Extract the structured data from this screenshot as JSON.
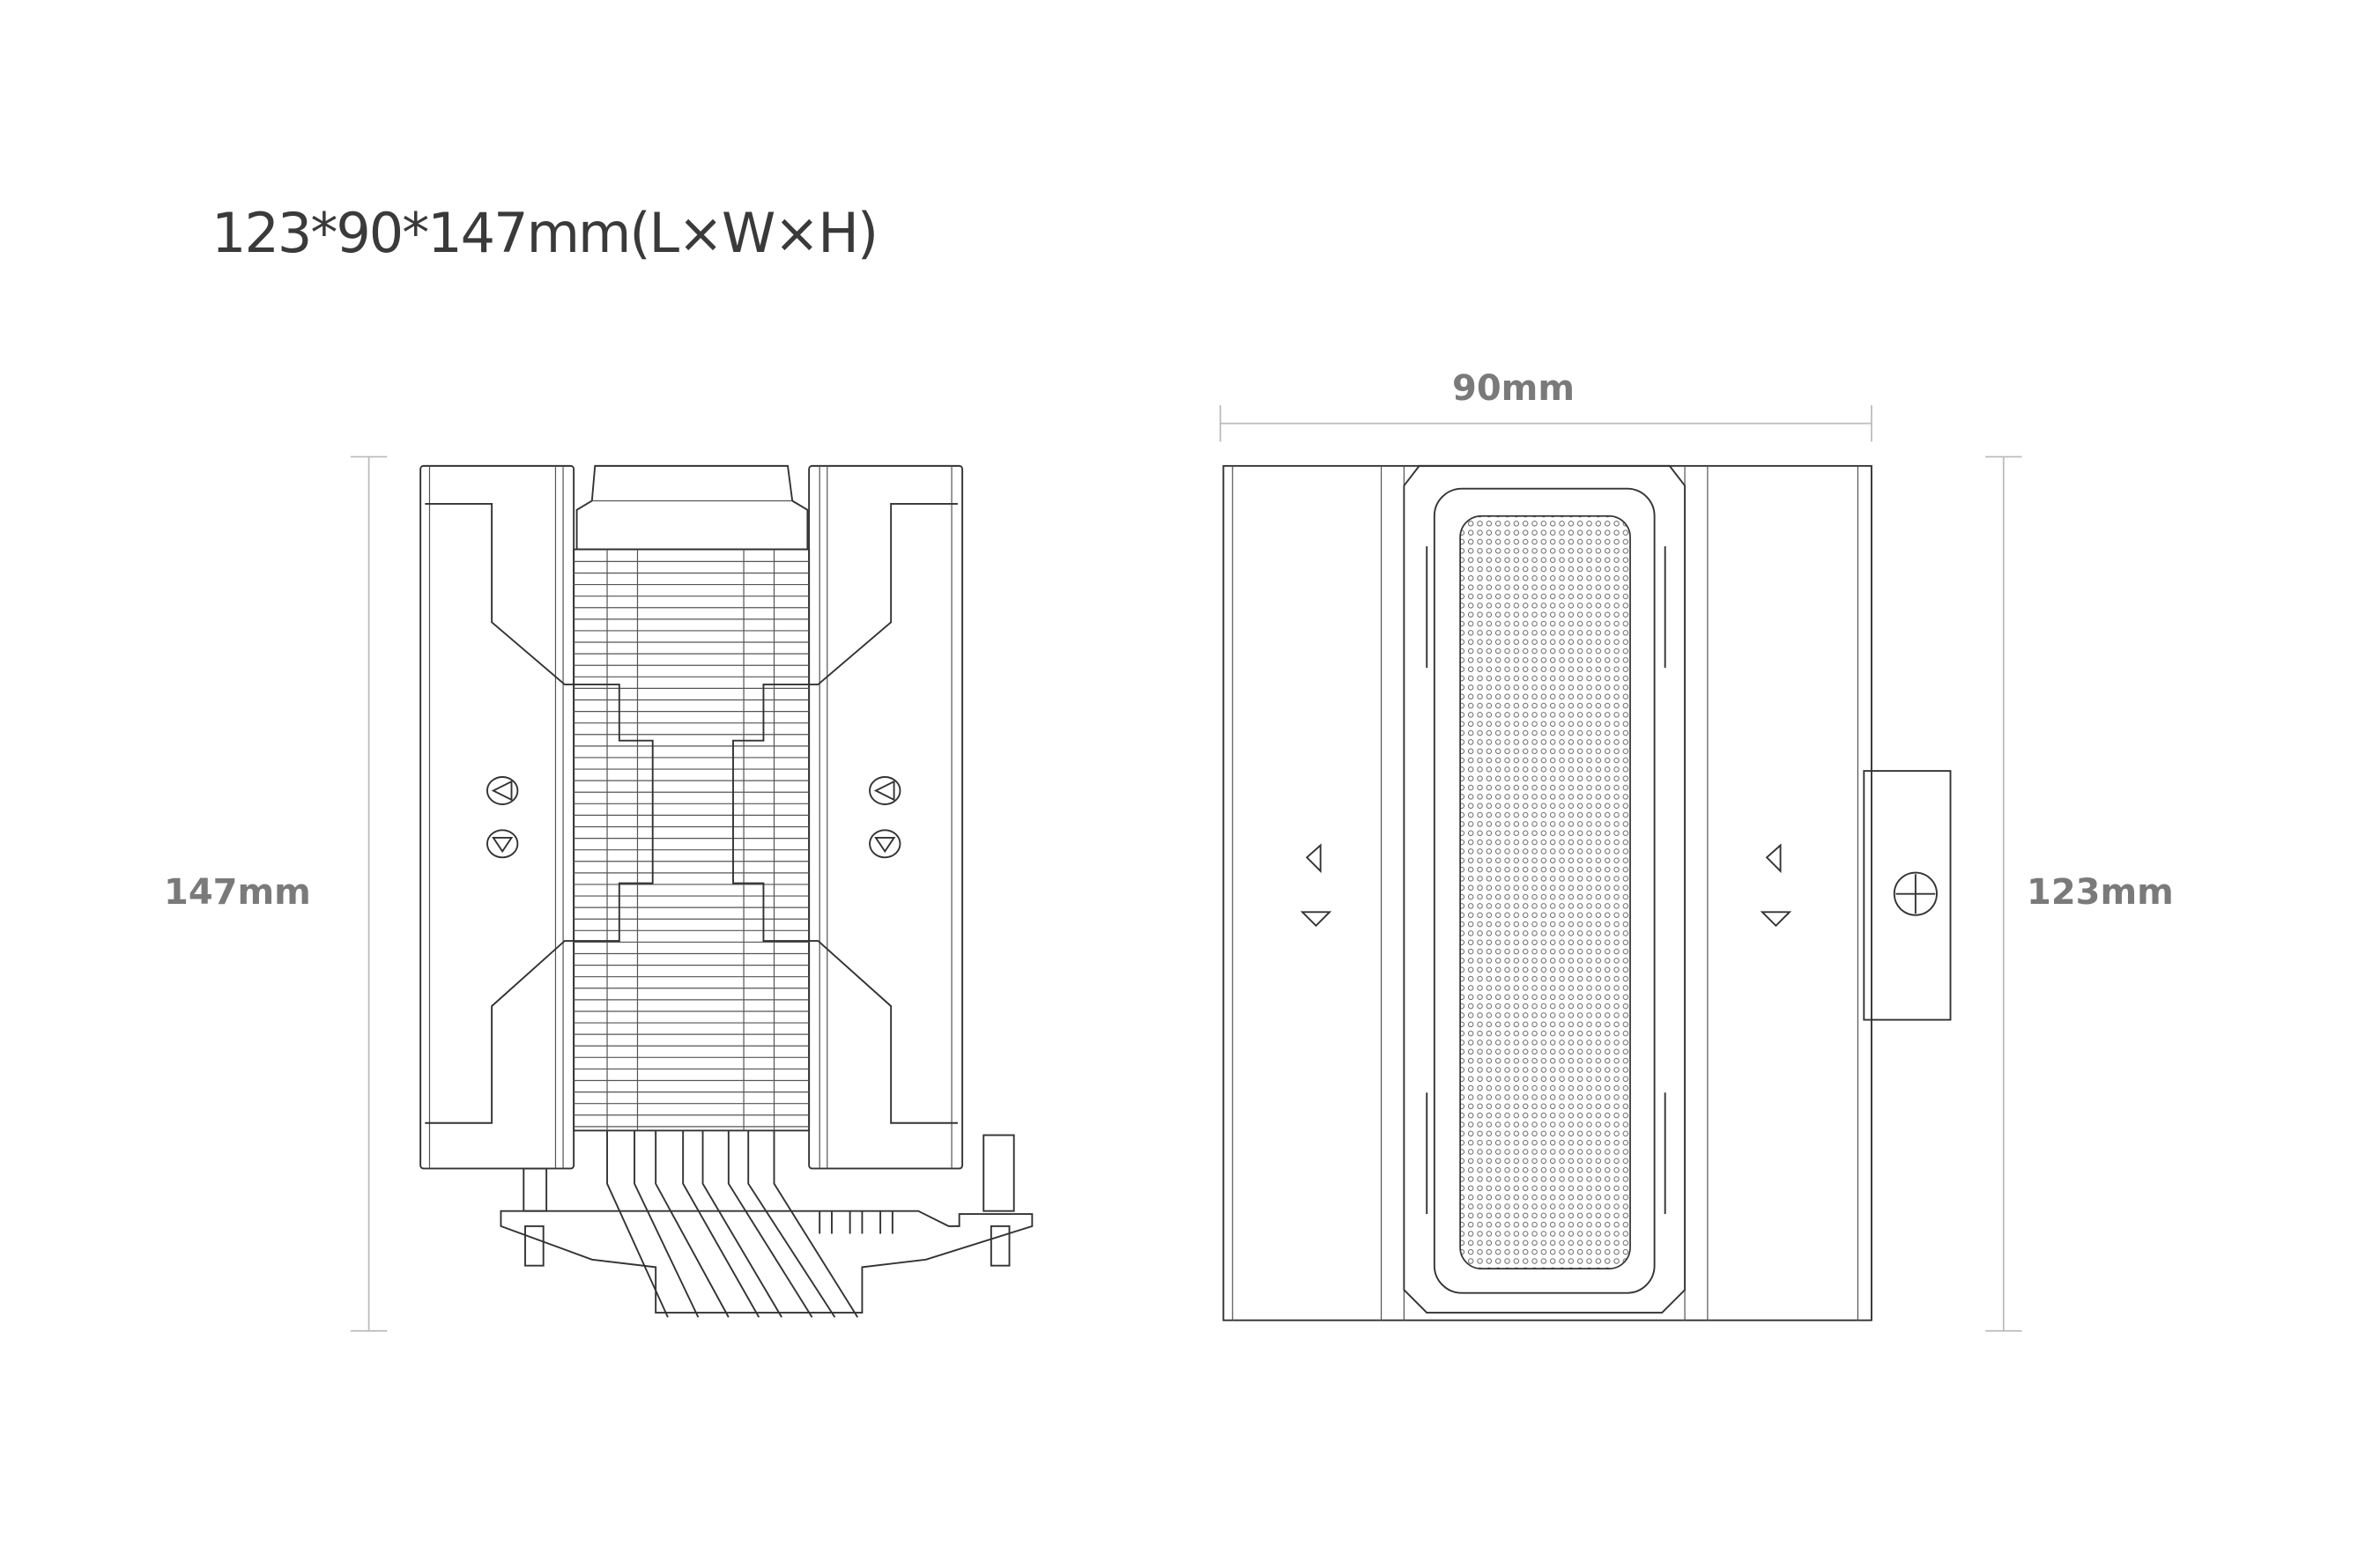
{
  "title": "123*90*147mm(L×W×H)",
  "dimensions": {
    "height_label": "147mm",
    "width_label": "90mm",
    "length_label": "123mm"
  },
  "views": [
    "side-view",
    "front-view"
  ]
}
